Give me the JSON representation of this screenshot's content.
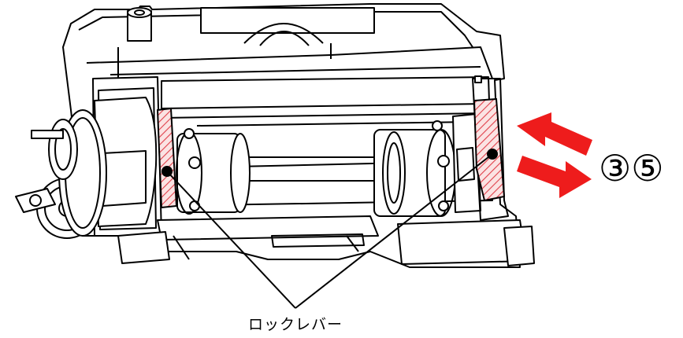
{
  "figure": {
    "callout_label": "ロックレバー",
    "step_label": "③⑤",
    "colors": {
      "line": "#000000",
      "hatch": "#e0404a",
      "arrow": "#ee1c1c"
    },
    "icons": [
      "lock-lever-hatch",
      "push-arrow",
      "pull-arrow"
    ]
  }
}
